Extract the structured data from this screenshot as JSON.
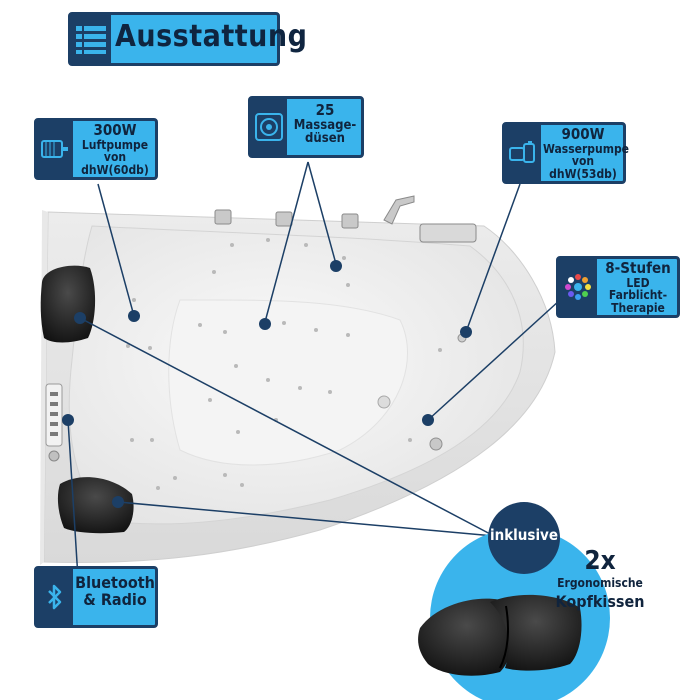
{
  "title": {
    "text": "Ausstattung",
    "icon": "list-icon"
  },
  "features": {
    "air_pump": {
      "line1": "300W",
      "line2": "Luftpumpe",
      "line3": "von dhW(60db)",
      "icon": "motor-icon"
    },
    "jets": {
      "line1": "25",
      "line2": "Massage-",
      "line3": "düsen",
      "icon": "jet-nozzle-icon"
    },
    "water_pump": {
      "line1": "900W",
      "line2": "Wasserpumpe",
      "line3": "von dhW(53db)",
      "icon": "pump-icon"
    },
    "led": {
      "line1": "8-Stufen",
      "line2": "LED Farblicht-",
      "line3": "Therapie",
      "icon": "led-colors-icon"
    },
    "bluetooth": {
      "line1": "Bluetooth",
      "line2": "& Radio",
      "icon": "bluetooth-icon"
    }
  },
  "inklusive": {
    "text": "inklusive"
  },
  "pillows": {
    "count": "2x",
    "line1": "Ergonomische",
    "line2": "Kopfkissen"
  },
  "colors": {
    "accent": "#3ab4ec",
    "navy": "#1c3f66",
    "dark_text": "#10243d"
  }
}
